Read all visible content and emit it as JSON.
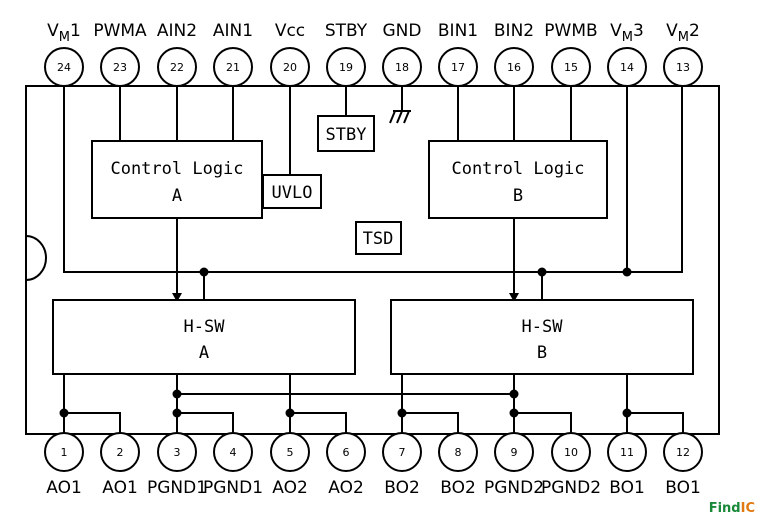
{
  "pins_top": [
    {
      "num": "24",
      "name": "V",
      "sub": "M",
      "suffix": "1"
    },
    {
      "num": "23",
      "name": "PWMA"
    },
    {
      "num": "22",
      "name": "AIN2"
    },
    {
      "num": "21",
      "name": "AIN1"
    },
    {
      "num": "20",
      "name": "Vcc"
    },
    {
      "num": "19",
      "name": "STBY"
    },
    {
      "num": "18",
      "name": "GND"
    },
    {
      "num": "17",
      "name": "BIN1"
    },
    {
      "num": "16",
      "name": "BIN2"
    },
    {
      "num": "15",
      "name": "PWMB"
    },
    {
      "num": "14",
      "name": "V",
      "sub": "M",
      "suffix": "3"
    },
    {
      "num": "13",
      "name": "V",
      "sub": "M",
      "suffix": "2"
    }
  ],
  "pins_bottom": [
    {
      "num": "1",
      "name": "AO1"
    },
    {
      "num": "2",
      "name": "AO1"
    },
    {
      "num": "3",
      "name": "PGND1"
    },
    {
      "num": "4",
      "name": "PGND1"
    },
    {
      "num": "5",
      "name": "AO2"
    },
    {
      "num": "6",
      "name": "AO2"
    },
    {
      "num": "7",
      "name": "BO2"
    },
    {
      "num": "8",
      "name": "BO2"
    },
    {
      "num": "9",
      "name": "PGND2"
    },
    {
      "num": "10",
      "name": "PGND2"
    },
    {
      "num": "11",
      "name": "BO1"
    },
    {
      "num": "12",
      "name": "BO1"
    }
  ],
  "blocks": {
    "control_a": {
      "line1": "Control Logic",
      "line2": "A"
    },
    "control_b": {
      "line1": "Control Logic",
      "line2": "B"
    },
    "stby": "STBY",
    "uvlo": "UVLO",
    "tsd": "TSD",
    "hsw_a": {
      "line1": "H-SW",
      "line2": "A"
    },
    "hsw_b": {
      "line1": "H-SW",
      "line2": "B"
    }
  },
  "watermark": {
    "part1": "Find",
    "part2": "IC",
    "color1": "#1a8a3a",
    "color2": "#e07a10"
  }
}
